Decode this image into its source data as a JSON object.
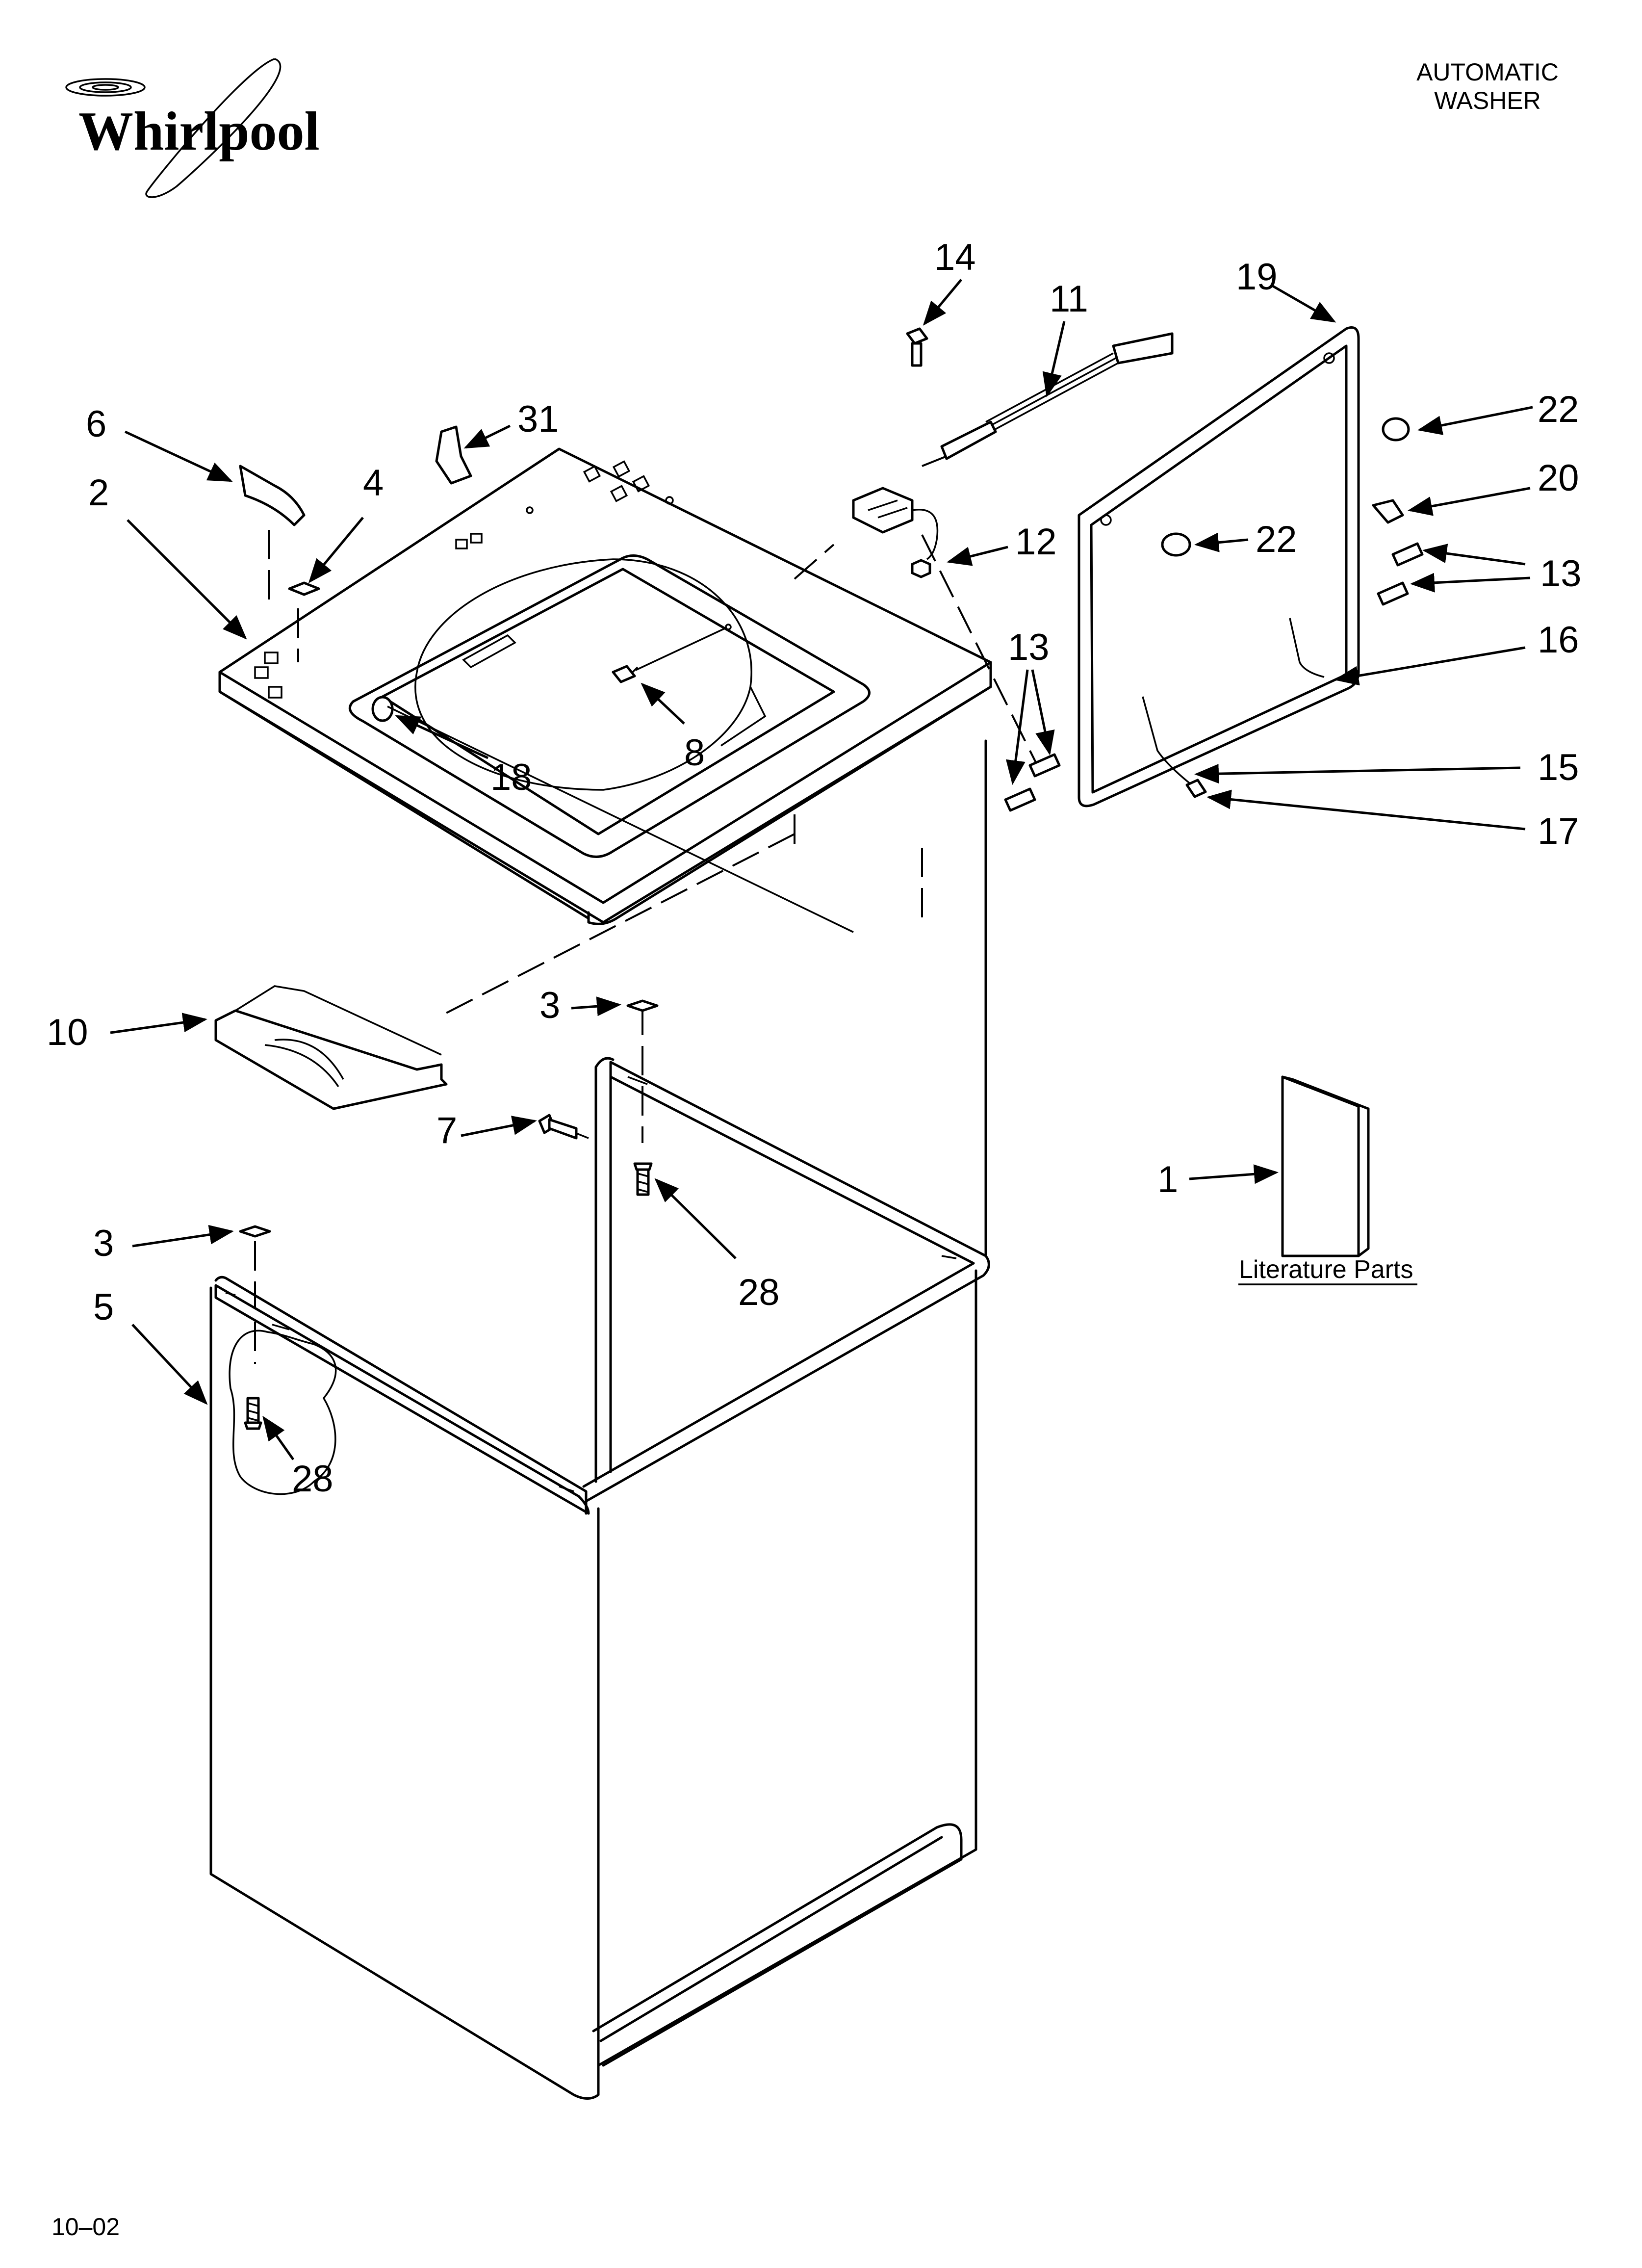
{
  "header": {
    "brand": "Whirlpool",
    "title_line1": "AUTOMATIC",
    "title_line2": "WASHER"
  },
  "footer": {
    "code": "10–02"
  },
  "literature": {
    "label": "Literature Parts"
  },
  "callouts": {
    "c1": "1",
    "c2": "2",
    "c3a": "3",
    "c3b": "3",
    "c4": "4",
    "c5": "5",
    "c6": "6",
    "c7": "7",
    "c8": "8",
    "c10": "10",
    "c11": "11",
    "c12": "12",
    "c13a": "13",
    "c13b": "13",
    "c14": "14",
    "c15": "15",
    "c16": "16",
    "c17": "17",
    "c18": "18",
    "c19": "19",
    "c20": "20",
    "c22a": "22",
    "c22b": "22",
    "c28a": "28",
    "c28b": "28",
    "c31": "31"
  }
}
